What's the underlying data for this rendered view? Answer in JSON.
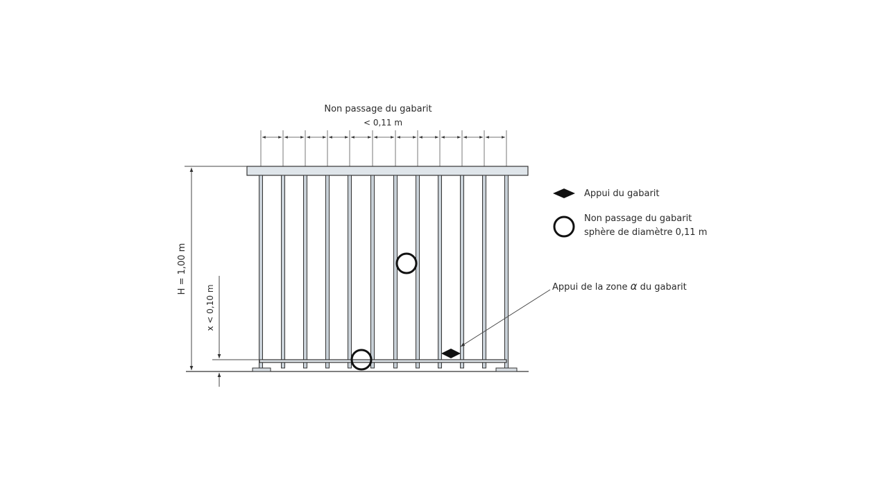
{
  "top_label": {
    "line1": "Non passage du gabarit",
    "line2": "< 0,11 m"
  },
  "left_dimensions": {
    "height": "H = 1,00 m",
    "x": "x < 0,10 m"
  },
  "legend": {
    "support": "Appui du gabarit",
    "no_pass_line1": "Non passage du gabarit",
    "no_pass_line2": "sphère de diamètre 0,11 m"
  },
  "callout": {
    "zone_prefix": "Appui de la zone ",
    "zone_symbol": "α",
    "zone_suffix": " du gabarit"
  }
}
